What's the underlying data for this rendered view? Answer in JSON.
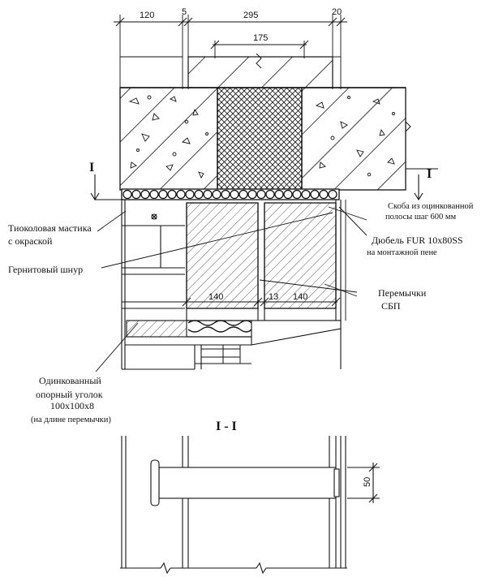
{
  "dimensions": {
    "top_120": "120",
    "top_5": "5",
    "top_295": "295",
    "top_20": "20",
    "inner_175": "175",
    "bottom_140_left": "140",
    "bottom_13": "13",
    "bottom_140_right": "140",
    "section_50": "50"
  },
  "section_marks": {
    "left": "I",
    "right": "I",
    "section_title": "I - I"
  },
  "labels": {
    "sealant_line1": "Тиоколовая мастика",
    "sealant_line2": "с окраской",
    "cord": "Гернитовый шнур",
    "bracket_line1": "Скоба из оцинкованной",
    "bracket_line2": "полосы шаг 600 мм",
    "dowel_line1": "Дюбель FUR 10x80SS",
    "dowel_line2": "на монтажной пене",
    "lintels_line1": "Перемычки",
    "lintels_line2": "СБП",
    "angle_line1": "Одинкованный",
    "angle_line2": "опорный уголок",
    "angle_line3": "100x100x8",
    "angle_line4": "(на длине перемычки)"
  },
  "colors": {
    "ink": "#111111",
    "paper": "#ffffff"
  }
}
